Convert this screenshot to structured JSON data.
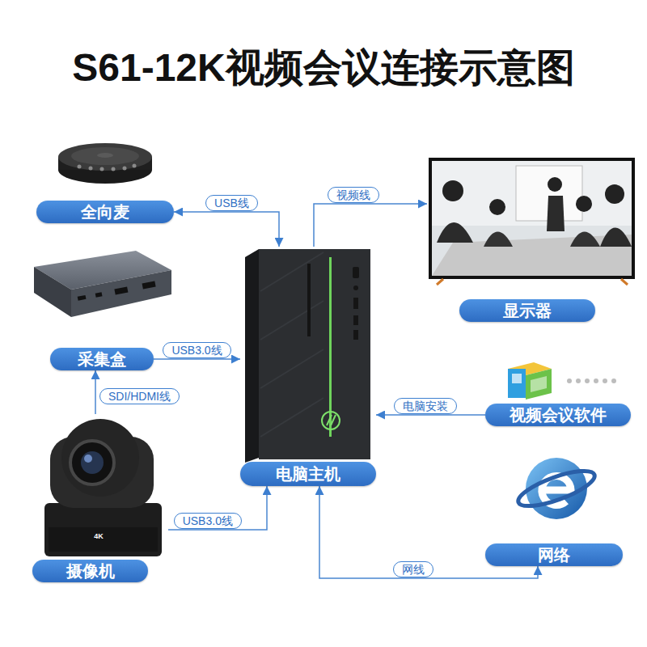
{
  "diagram": {
    "title": "S61-12K视频会议连接示意图",
    "nodes": [
      {
        "text": [
          "全向麦"
        ]
      },
      {
        "text": [
          "显示器"
        ]
      },
      {
        "text": [
          "采集盒"
        ]
      },
      {
        "text": [
          "视频会议软件"
        ]
      },
      {
        "text": [
          "电脑主机"
        ]
      },
      {
        "text": [
          "网络"
        ]
      },
      {
        "text": [
          "摄像机"
        ]
      }
    ],
    "edges": [
      {
        "from": 4,
        "to": 0,
        "arrow": "both",
        "label": "USB线"
      },
      {
        "from": 4,
        "to": 1,
        "arrow": "to",
        "label": "视频线"
      },
      {
        "from": 2,
        "to": 4,
        "arrow": "to",
        "label": "USB3.0线"
      },
      {
        "from": 3,
        "to": 4,
        "arrow": "to",
        "label": "电脑安装"
      },
      {
        "from": 4,
        "to": 5,
        "arrow": "both",
        "label": "网线"
      },
      {
        "from": 6,
        "to": 2,
        "arrow": "to",
        "label": "SDI/HDMI线"
      },
      {
        "from": 6,
        "to": 4,
        "arrow": "to",
        "label": "USB3.0线"
      }
    ],
    "labels": [
      "4K"
    ]
  }
}
